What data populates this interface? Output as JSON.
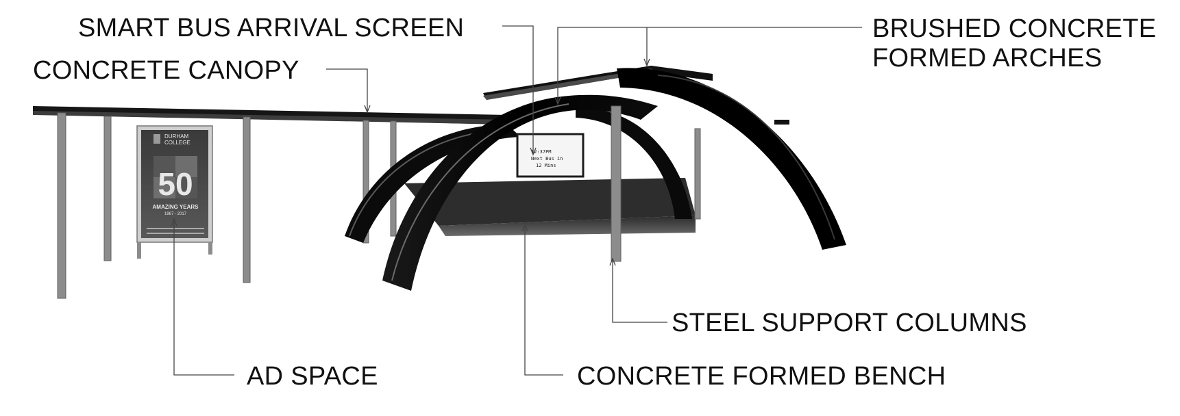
{
  "diagram": {
    "labels": {
      "arrival_screen": "SMART BUS ARRIVAL SCREEN",
      "canopy": "CONCRETE CANOPY",
      "arches_line1": "BRUSHED CONCRETE",
      "arches_line2": "FORMED ARCHES",
      "columns": "STEEL SUPPORT COLUMNS",
      "ad_space": "AD SPACE",
      "bench": "CONCRETE FORMED BENCH"
    },
    "ad_panel": {
      "brand_line1": "DURHAM",
      "brand_line2": "COLLEGE",
      "big_number": "50",
      "tagline": "AMAZING YEARS",
      "years": "1967 - 2017"
    },
    "screen": {
      "line1": "12:37PM",
      "line2": "Next Bus in",
      "line3": "12 Mins"
    }
  }
}
